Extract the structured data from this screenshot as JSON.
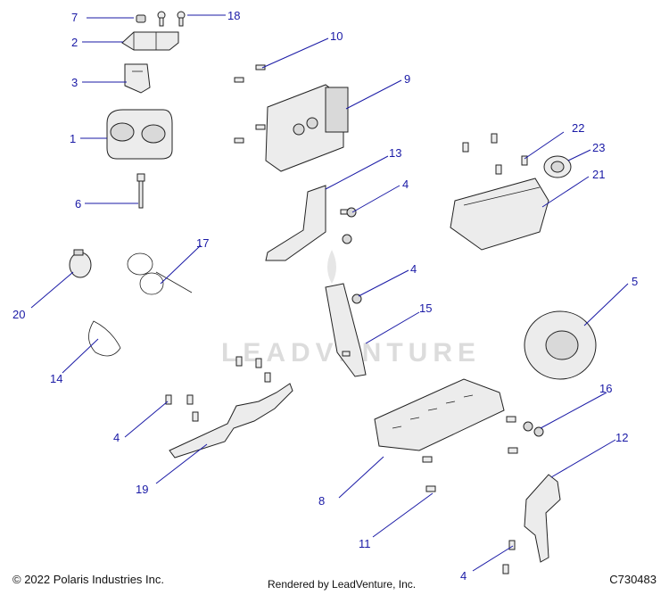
{
  "callouts": {
    "c7": "7",
    "c18": "18",
    "c2": "2",
    "c3": "3",
    "c1": "1",
    "c6": "6",
    "c10": "10",
    "c9": "9",
    "c13": "13",
    "c4a": "4",
    "c22": "22",
    "c23": "23",
    "c21": "21",
    "c17": "17",
    "c20": "20",
    "c4b": "4",
    "c15": "15",
    "c5": "5",
    "c14": "14",
    "c16": "16",
    "c4c": "4",
    "c12": "12",
    "c19": "19",
    "c8": "8",
    "c11": "11",
    "c4d": "4"
  },
  "watermark": "LEADVENTURE",
  "footer": {
    "copyright": "© 2022 Polaris Industries Inc.",
    "rendered_by": "Rendered by LeadVenture, Inc.",
    "diagram_code": "C730483"
  },
  "colors": {
    "callout": "#1a1aa6",
    "line": "#222222",
    "watermark": "#d9d9d9"
  }
}
